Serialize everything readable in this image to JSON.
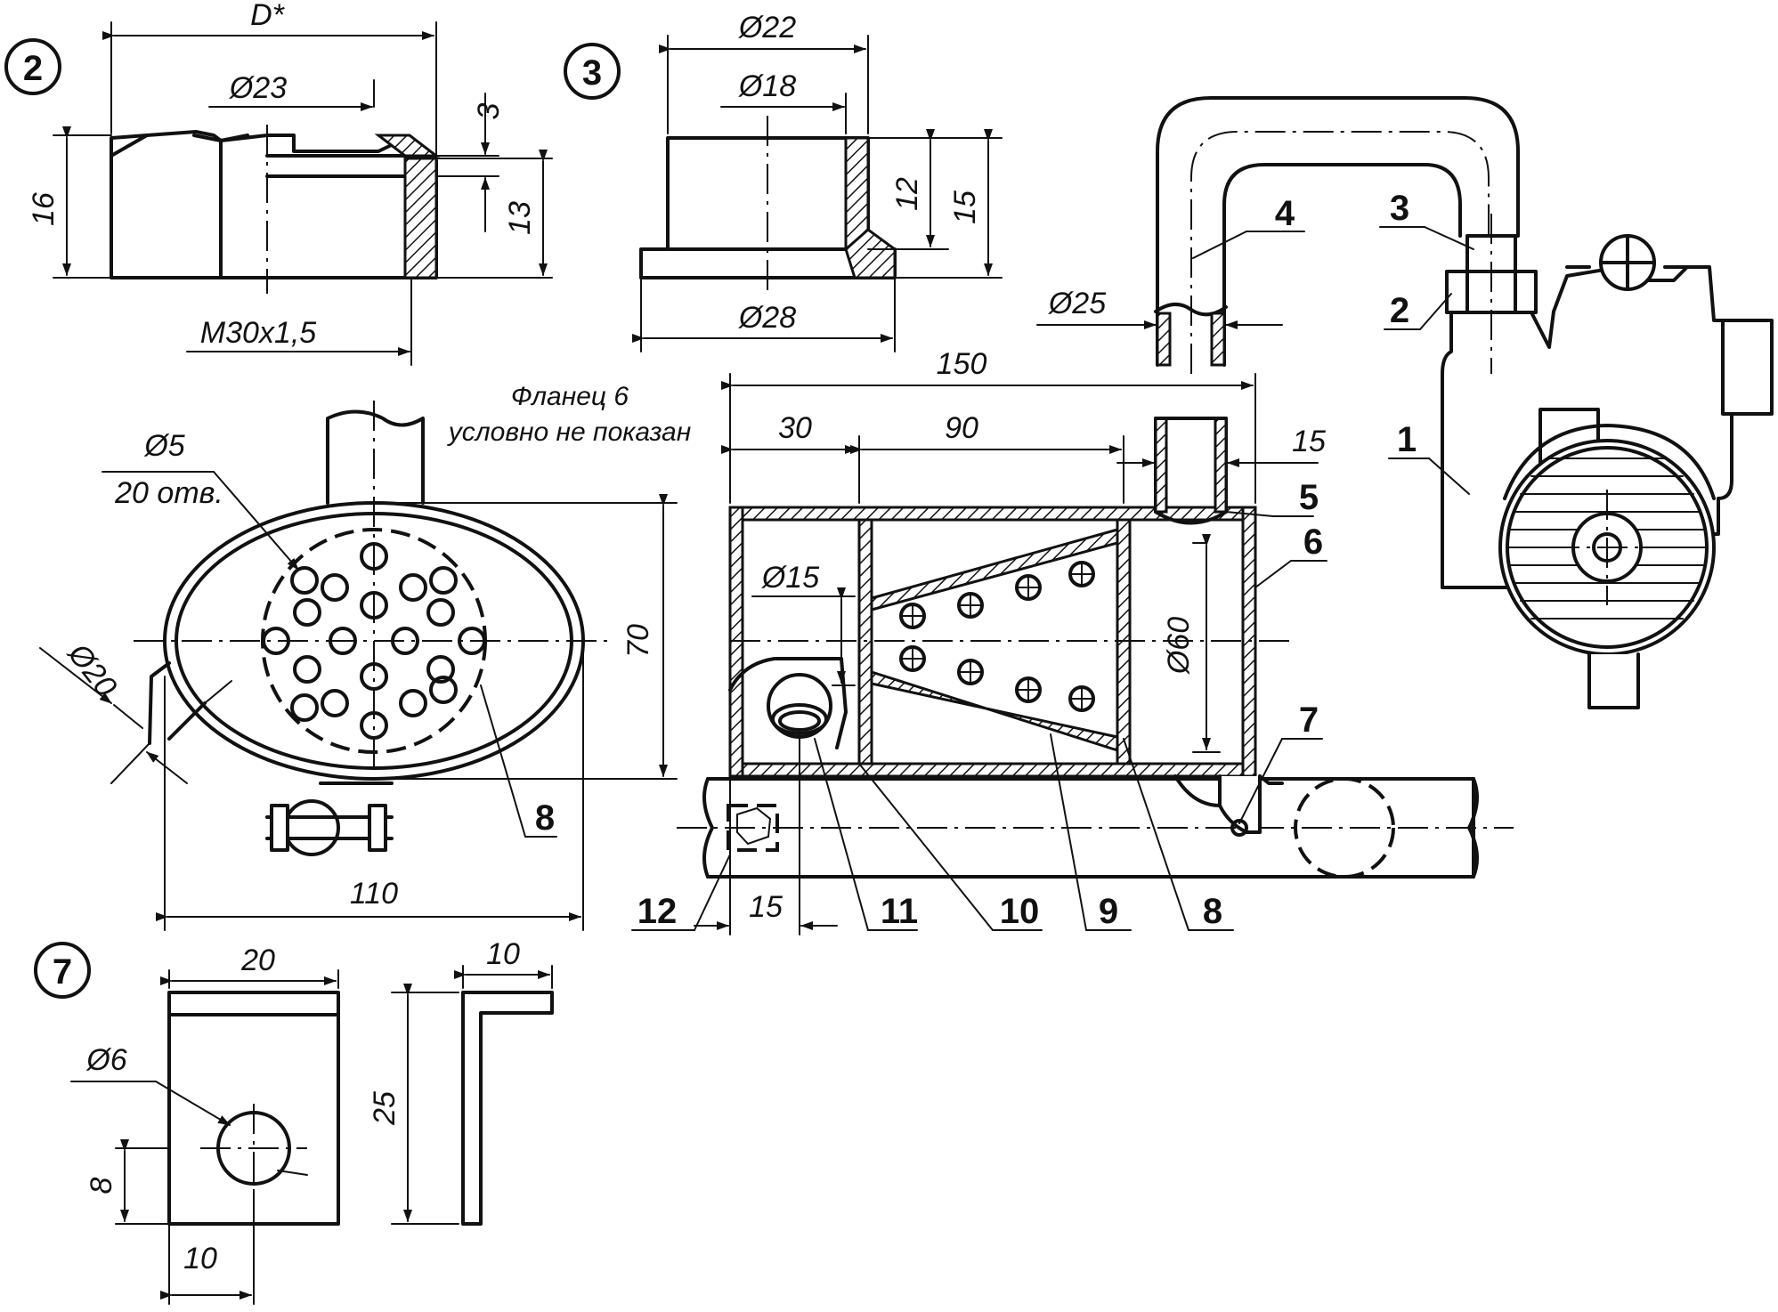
{
  "views": {
    "nut": {
      "label": "2",
      "d_star": "D*",
      "d23": "Ø23",
      "h16": "16",
      "h3": "3",
      "h13": "13",
      "thread": "M30x1,5"
    },
    "bushing": {
      "label": "3",
      "d22": "Ø22",
      "d18": "Ø18",
      "h12": "12",
      "h15": "15",
      "d28": "Ø28"
    },
    "bracket": {
      "label": "7",
      "w20": "20",
      "w10_top": "10",
      "d6": "Ø6",
      "h25": "25",
      "h8": "8",
      "w10_bottom": "10"
    }
  },
  "end_view": {
    "note_line1": "Фланец 6",
    "note_line2": "условно не показан",
    "holes_dia": "Ø5",
    "holes_count": "20 отв.",
    "pipe_dia": "Ø20",
    "height": "70",
    "width": "110",
    "part_8": "8"
  },
  "section": {
    "len_total": "150",
    "len_30": "30",
    "len_90": "90",
    "len_15_top": "15",
    "dia_15": "Ø15",
    "dia_60": "Ø60",
    "len_15_bottom": "15",
    "labels": [
      "5",
      "6",
      "7",
      "12",
      "11",
      "10",
      "9",
      "8"
    ]
  },
  "assembly": {
    "pipe_dia": "Ø25",
    "labels": [
      "4",
      "3",
      "2",
      "1"
    ]
  }
}
